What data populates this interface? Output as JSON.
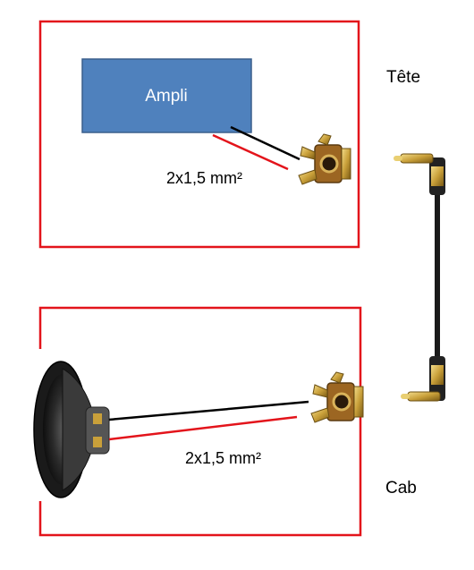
{
  "head_box": {
    "label": "Tête",
    "amp_label": "Ampli",
    "wire_label": "2x1,5 mm²"
  },
  "cab_box": {
    "label": "Cab",
    "wire_label": "2x1,5 mm²"
  },
  "colors": {
    "box_border": "#e3141b",
    "amp_fill": "#4f81bd",
    "amp_border": "#3a5f8c",
    "wire_positive": "#e3141b",
    "wire_negative": "#000000",
    "jack_gold": "#c9a03a",
    "jack_body": "#8a5a1c",
    "cable": "#1a1a1a"
  },
  "icons": [
    "jack-socket-icon",
    "jack-plug-icon",
    "speaker-icon"
  ]
}
